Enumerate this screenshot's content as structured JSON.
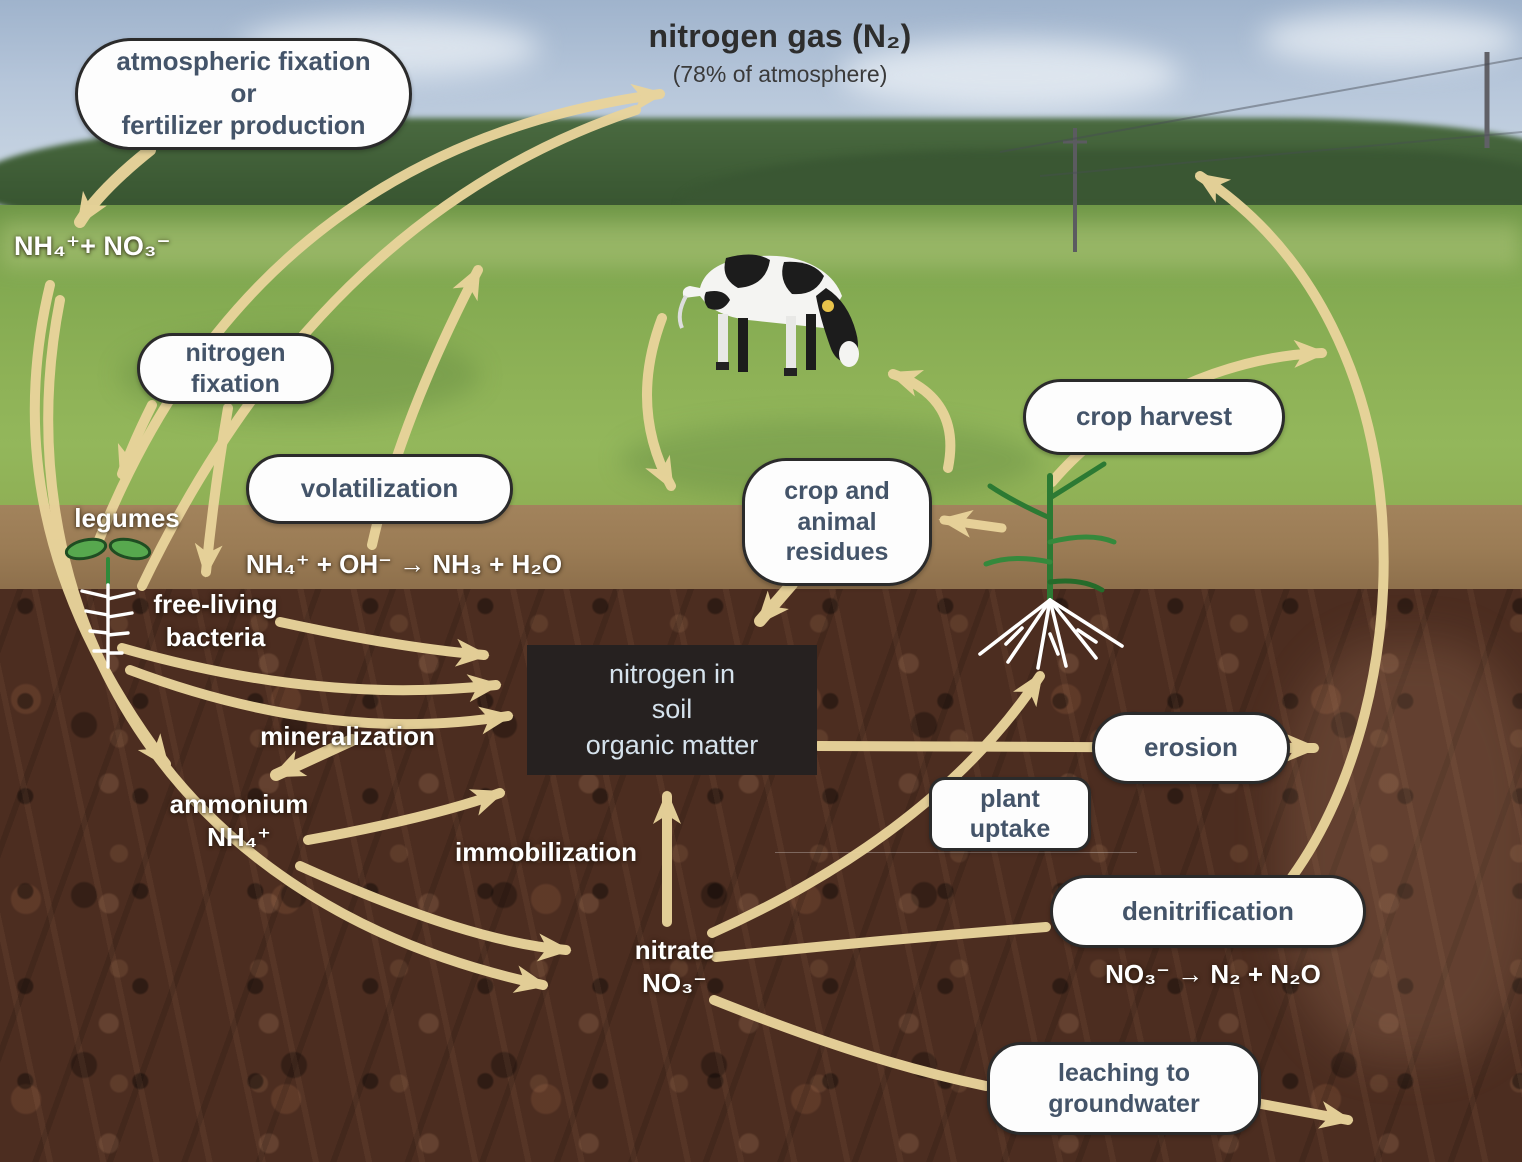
{
  "title": {
    "main": "nitrogen gas (N₂)",
    "subtitle": "(78% of atmosphere)"
  },
  "bubbles": {
    "atmospheric_fixation": "atmospheric fixation\nor\nfertilizer production",
    "nitrogen_fixation": "nitrogen\nfixation",
    "volatilization": "volatilization",
    "crop_harvest": "crop harvest",
    "crop_animal_residues": "crop and\nanimal\nresidues",
    "erosion": "erosion",
    "plant_uptake": "plant\nuptake",
    "denitrification": "denitrification",
    "leaching_groundwater": "leaching to\ngroundwater"
  },
  "boxes": {
    "soil_organic_matter": "nitrogen in\nsoil\norganic matter"
  },
  "labels": {
    "fertilizer_products": "NH₄⁺+ NO₃⁻",
    "legumes": "legumes",
    "volatilization_equation": "NH₄⁺ + OH⁻ → NH₃ + H₂O",
    "free_living_bacteria": "free-living\nbacteria",
    "mineralization": "mineralization",
    "ammonium": "ammonium\nNH₄⁺",
    "immobilization": "immobilization",
    "nitrate": "nitrate\nNO₃⁻",
    "denitrification_equation": "NO₃⁻ →  N₂ + N₂O"
  },
  "icons": {
    "cow": "grazing dairy cow",
    "corn_plant": "corn plant with white roots",
    "legume_seedling": "legume seedling sprout",
    "root_system": "white fishbone root system"
  },
  "colors": {
    "arrow": "#e9d49b",
    "bubble_border": "#2b2b2b",
    "bubble_text": "#445469",
    "label_text": "#ffffff",
    "surface_soil_band": "#9b7c55",
    "dark_box_bg": "#262120",
    "dark_box_text": "#d5e2ec",
    "sky": "#b6c6da",
    "grass": "#8db156"
  }
}
